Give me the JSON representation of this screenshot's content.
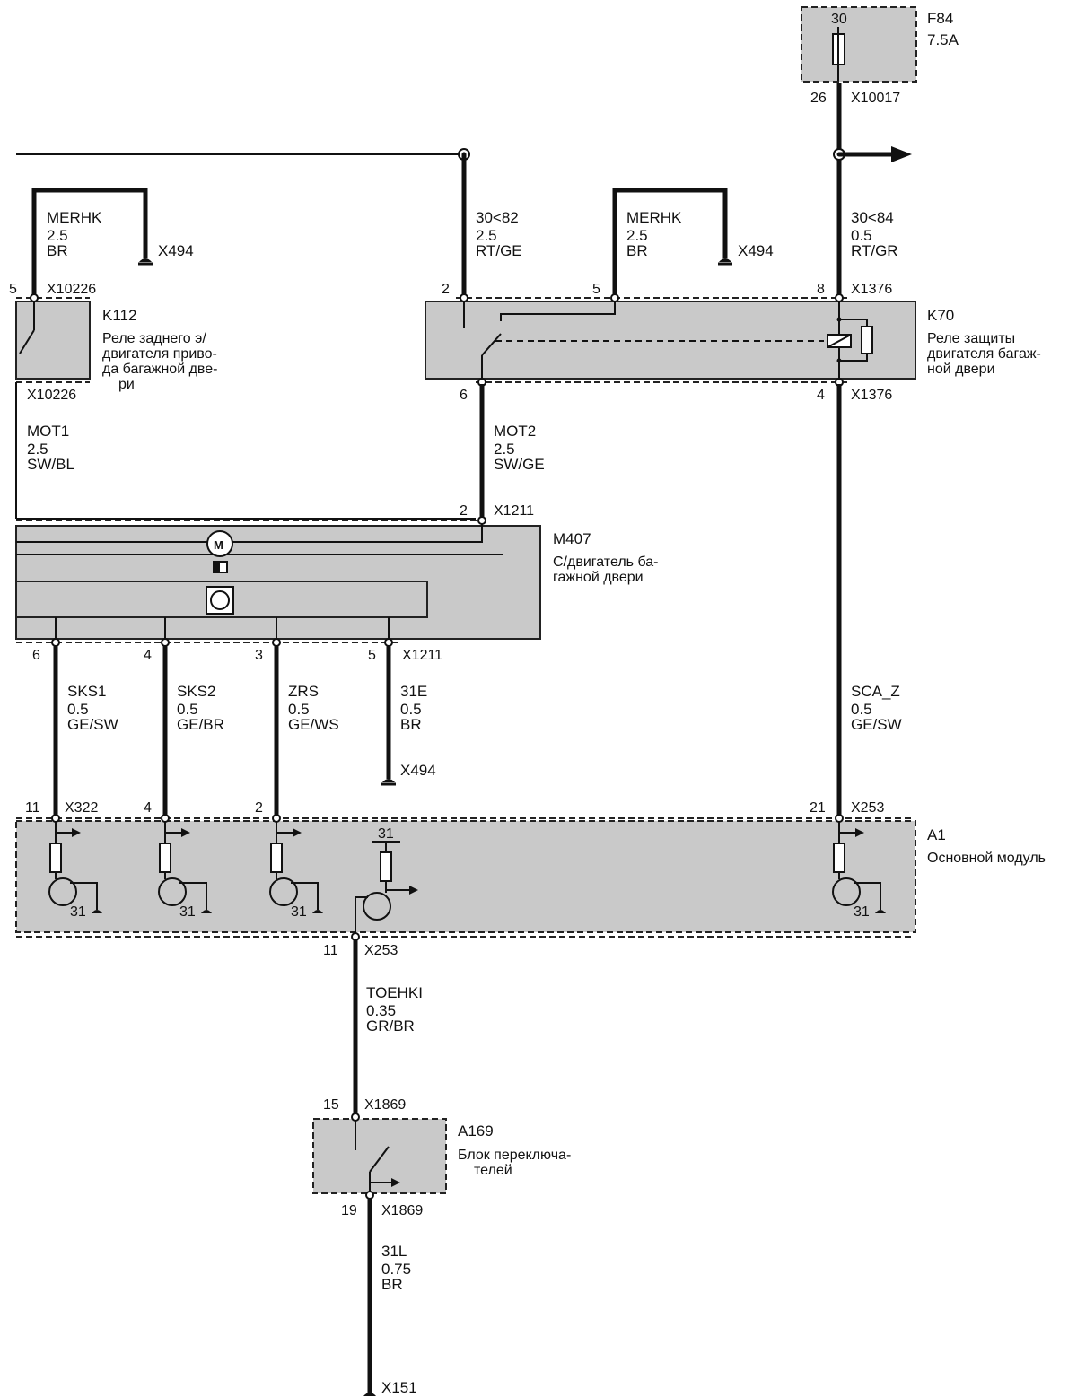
{
  "components": {
    "F84": {
      "id": "F84",
      "rating": "7.5A",
      "pin_in": "30"
    },
    "K112": {
      "id": "K112",
      "desc": [
        "Реле заднего э/",
        "двигателя приво-",
        "да багажной две-",
        "ри"
      ]
    },
    "K70": {
      "id": "K70",
      "desc": [
        "Реле защиты",
        "двигателя багаж-",
        "ной двери"
      ]
    },
    "M407": {
      "id": "M407",
      "desc": [
        "С/двигатель ба-",
        "гажной двери"
      ]
    },
    "A1": {
      "id": "A1",
      "desc": [
        "Основной модуль"
      ]
    },
    "A169": {
      "id": "A169",
      "desc": [
        "Блок переключа-",
        "телей"
      ]
    }
  },
  "wires": [
    {
      "name": "MERHK",
      "size": "2.5",
      "color": "BR"
    },
    {
      "name": "30<82",
      "size": "2.5",
      "color": "RT/GE"
    },
    {
      "name": "MERHK",
      "size": "2.5",
      "color": "BR"
    },
    {
      "name": "30<84",
      "size": "0.5",
      "color": "RT/GR"
    },
    {
      "name": "MOT1",
      "size": "2.5",
      "color": "SW/BL"
    },
    {
      "name": "MOT2",
      "size": "2.5",
      "color": "SW/GE"
    },
    {
      "name": "SKS1",
      "size": "0.5",
      "color": "GE/SW"
    },
    {
      "name": "SKS2",
      "size": "0.5",
      "color": "GE/BR"
    },
    {
      "name": "ZRS",
      "size": "0.5",
      "color": "GE/WS"
    },
    {
      "name": "31E",
      "size": "0.5",
      "color": "BR"
    },
    {
      "name": "SCA_Z",
      "size": "0.5",
      "color": "GE/SW"
    },
    {
      "name": "TOEHKI",
      "size": "0.35",
      "color": "GR/BR"
    },
    {
      "name": "31L",
      "size": "0.75",
      "color": "BR"
    }
  ],
  "connectors": [
    {
      "pin": "26",
      "name": "X10017"
    },
    {
      "pin": "5",
      "name": "X10226"
    },
    {
      "pin": "",
      "name": "X10226"
    },
    {
      "pin": "2",
      "name": ""
    },
    {
      "pin": "5",
      "name": ""
    },
    {
      "pin": "8",
      "name": "X1376"
    },
    {
      "pin": "6",
      "name": ""
    },
    {
      "pin": "4",
      "name": "X1376"
    },
    {
      "pin": "2",
      "name": "X1211"
    },
    {
      "pin": "6",
      "name": ""
    },
    {
      "pin": "4",
      "name": ""
    },
    {
      "pin": "3",
      "name": ""
    },
    {
      "pin": "5",
      "name": "X1211"
    },
    {
      "pin": "11",
      "name": "X322"
    },
    {
      "pin": "4",
      "name": ""
    },
    {
      "pin": "2",
      "name": ""
    },
    {
      "pin": "21",
      "name": "X253"
    },
    {
      "pin": "11",
      "name": "X253"
    },
    {
      "pin": "15",
      "name": "X1869"
    },
    {
      "pin": "19",
      "name": "X1869"
    }
  ],
  "grounds": [
    "X494",
    "X494",
    "X494",
    "X151"
  ],
  "ground_labels": [
    "31",
    "31",
    "31",
    "31",
    "31"
  ]
}
